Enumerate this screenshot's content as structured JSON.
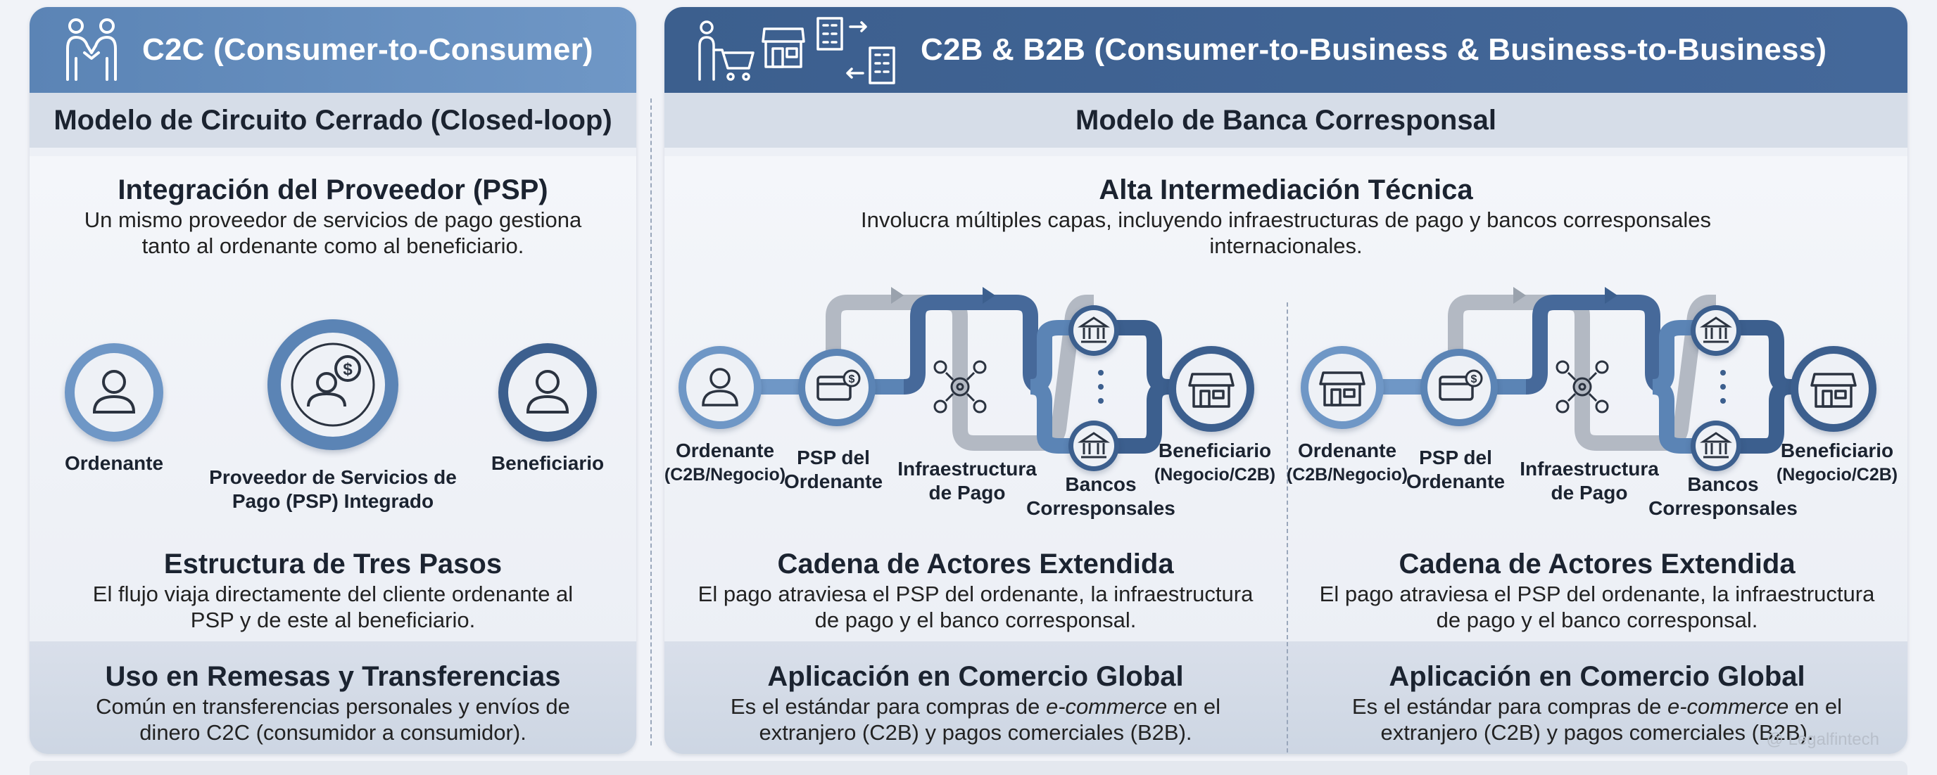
{
  "c2c": {
    "title": "C2C (Consumer-to-Consumer)",
    "icon": "handshake-people-icon",
    "model": "Modelo de Circuito Cerrado (Closed-loop)",
    "integration_heading": "Integración del Proveedor (PSP)",
    "integration_text_1": "Un mismo proveedor de servicios de pago gestiona",
    "integration_text_2": "tanto al ordenante como al beneficiario.",
    "nodes": {
      "ordenante": "Ordenante",
      "psp_line1": "Proveedor de Servicios de",
      "psp_line2": "Pago (PSP) Integrado",
      "beneficiario": "Beneficiario"
    },
    "structure_heading": "Estructura de Tres Pasos",
    "structure_text_1": "El flujo viaja directamente del cliente ordenante al",
    "structure_text_2": "PSP y de este al beneficiario.",
    "usage_heading": "Uso en Remesas y Transferencias",
    "usage_text_1": "Común en transferencias personales y envíos de",
    "usage_text_2": "dinero C2C (consumidor a consumidor)."
  },
  "c2b": {
    "title": "C2B & B2B (Consumer-to-Business & Business-to-Business)",
    "icons": [
      "shopper-cart-icon",
      "store-icon",
      "building-exchange-icon"
    ],
    "model": "Modelo de Banca Corresponsal",
    "intermediation_heading": "Alta Intermediación Técnica",
    "intermediation_text_1": "Involucra múltiples capas, incluyendo infraestructuras de pago y bancos corresponsales",
    "intermediation_text_2": "internacionales.",
    "flows": [
      {
        "ordenante_1": "Ordenante",
        "ordenante_2": "(C2B/Negocio)",
        "psp_1": "PSP del",
        "psp_2": "Ordenante",
        "infra_1": "Infraestructura",
        "infra_2": "de Pago",
        "bancos_1": "Bancos",
        "bancos_2": "Corresponsales",
        "benef_1": "Beneficiario",
        "benef_2": "(Negocio/C2B)",
        "chain_heading": "Cadena de Actores Extendida",
        "chain_text_1": "El pago atraviesa el PSP del ordenante, la infraestructura",
        "chain_text_2": "de pago y el banco corresponsal.",
        "app_heading": "Aplicación en Comercio Global",
        "app_text_1a": "Es el estándar para compras de ",
        "app_text_1b": "e-commerce",
        "app_text_1c": " en el",
        "app_text_2": "extranjero (C2B) y pagos comerciales (B2B)."
      },
      {
        "ordenante_1": "Ordenante",
        "ordenante_2": "(C2B/Negocio)",
        "psp_1": "PSP del",
        "psp_2": "Ordenante",
        "infra_1": "Infraestructura",
        "infra_2": "de Pago",
        "bancos_1": "Bancos",
        "bancos_2": "Corresponsales",
        "benef_1": "Beneficiario",
        "benef_2": "(Negocio/C2B)",
        "chain_heading": "Cadena de Actores Extendida",
        "chain_text_1": "El pago atraviesa el PSP del ordenante, la infraestructura",
        "chain_text_2": "de pago y el banco corresponsal.",
        "app_heading": "Aplicación en Comercio Global",
        "app_text_1a": "Es el estándar para compras de ",
        "app_text_1b": "e-commerce",
        "app_text_1c": " en el",
        "app_text_2": "extranjero (C2B) y pagos comerciales (B2B)."
      }
    ]
  },
  "watermark": "@ Legalfintech",
  "colors": {
    "light_blue": "#6f97c6",
    "dark_blue": "#3c5f8e",
    "grey_path": "#b3b9c3",
    "band": "#d6dde8"
  }
}
